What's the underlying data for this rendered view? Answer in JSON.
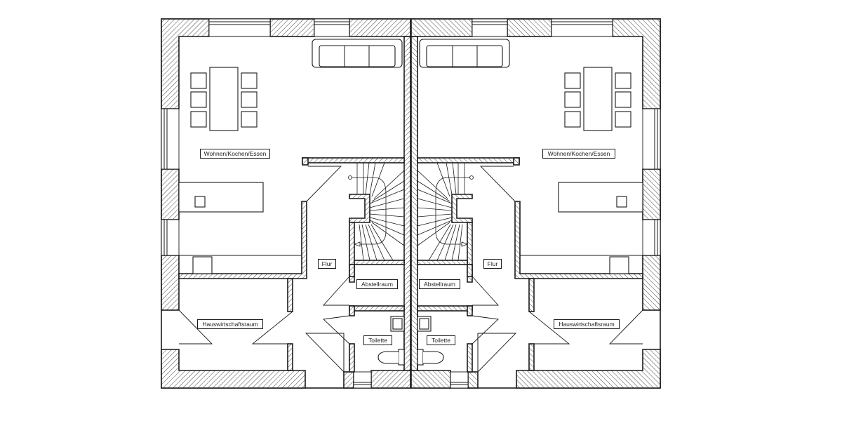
{
  "drawing": {
    "type": "floor-plan",
    "description": "Ground floor plan of a semi-detached house (Doppelhaus), two mirrored units"
  },
  "colors": {
    "line": "#1a1a1a",
    "background": "#ffffff",
    "hatch": "#555555"
  },
  "units": [
    {
      "side": "left",
      "rooms": {
        "living": "Wohnen/Kochen/Essen",
        "hall": "Flur",
        "storage": "Abstellraum",
        "wc": "Toilette",
        "utility": "Hauswirtschaftsraum"
      },
      "furniture": [
        "sofa",
        "dining-table-6-chairs",
        "kitchen-island-with-sink",
        "kitchen-counter",
        "toilet",
        "wash-basin",
        "staircase"
      ]
    },
    {
      "side": "right",
      "rooms": {
        "living": "Wohnen/Kochen/Essen",
        "hall": "Flur",
        "storage": "Abstellraum",
        "wc": "Toilette",
        "utility": "Hauswirtschaftsraum"
      },
      "furniture": [
        "sofa",
        "dining-table-6-chairs",
        "kitchen-island-with-sink",
        "kitchen-counter",
        "toilet",
        "wash-basin",
        "staircase"
      ]
    }
  ]
}
